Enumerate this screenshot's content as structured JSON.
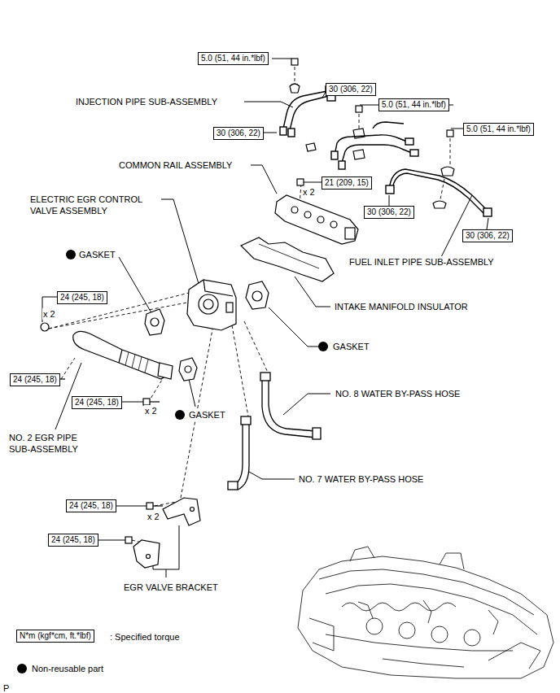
{
  "diagram": {
    "nodes": [
      {
        "text": [
          "5.0 (51, 44 in.*lbf)"
        ]
      },
      {
        "text": [
          "30 (306, 22)"
        ]
      },
      {
        "text": [
          "5.0 (51, 44 in.*lbf)"
        ]
      },
      {
        "text": [
          "30 (306, 22)"
        ]
      },
      {
        "text": [
          "5.0 (51, 44 in.*lbf)"
        ]
      },
      {
        "text": [
          "21 (209, 15)"
        ]
      },
      {
        "text": [
          "30 (306, 22)"
        ]
      },
      {
        "text": [
          "30 (306, 22)"
        ]
      },
      {
        "text": [
          "24 (245, 18)"
        ]
      },
      {
        "text": [
          "24 (245, 18)"
        ]
      },
      {
        "text": [
          "24 (245, 18)"
        ]
      },
      {
        "text": [
          "24 (245, 18)"
        ]
      },
      {
        "text": [
          "24 (245, 18)"
        ]
      },
      {
        "text": [
          "N*m (kgf*cm, ft.*lbf)"
        ]
      }
    ],
    "labels": [
      "INJECTION PIPE SUB-ASSEMBLY",
      "COMMON RAIL ASSEMBLY",
      "x 2",
      "ELECTRIC EGR CONTROL VALVE ASSEMBLY",
      "GASKET",
      "x 2",
      "FUEL INLET PIPE SUB-ASSEMBLY",
      "INTAKE MANIFOLD INSULATOR",
      "GASKET",
      "NO. 8 WATER BY-PASS HOSE",
      "x 2",
      "GASKET",
      "NO. 2 EGR PIPE SUB-ASSEMBLY",
      "NO. 7 WATER BY-PASS HOSE",
      "x 2",
      "EGR VALVE BRACKET",
      "P"
    ],
    "legend": [
      {
        "text": ": Specified torque"
      },
      {
        "text": "Non-reusable part"
      }
    ]
  }
}
